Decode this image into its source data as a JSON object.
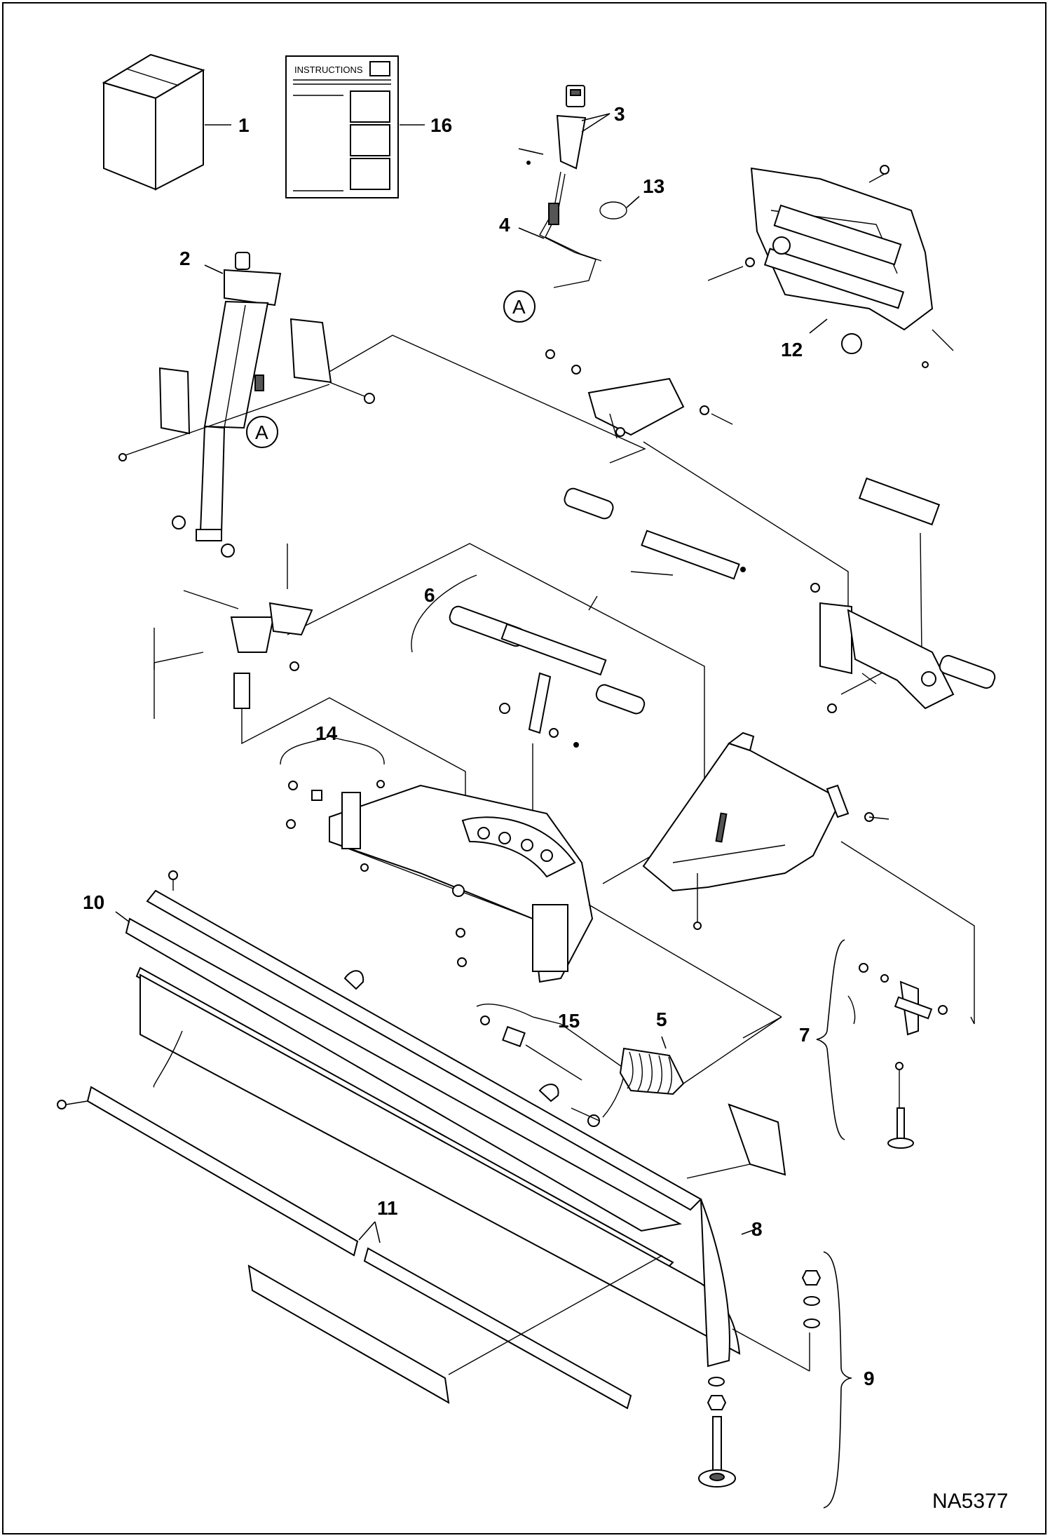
{
  "figure": {
    "id": "NA5377",
    "instructions_label": "INSTRUCTIONS"
  },
  "callouts": [
    "1",
    "2",
    "3",
    "4",
    "5",
    "6",
    "7",
    "8",
    "9",
    "10",
    "11",
    "12",
    "13",
    "14",
    "15",
    "16"
  ],
  "reference_letter": "A"
}
